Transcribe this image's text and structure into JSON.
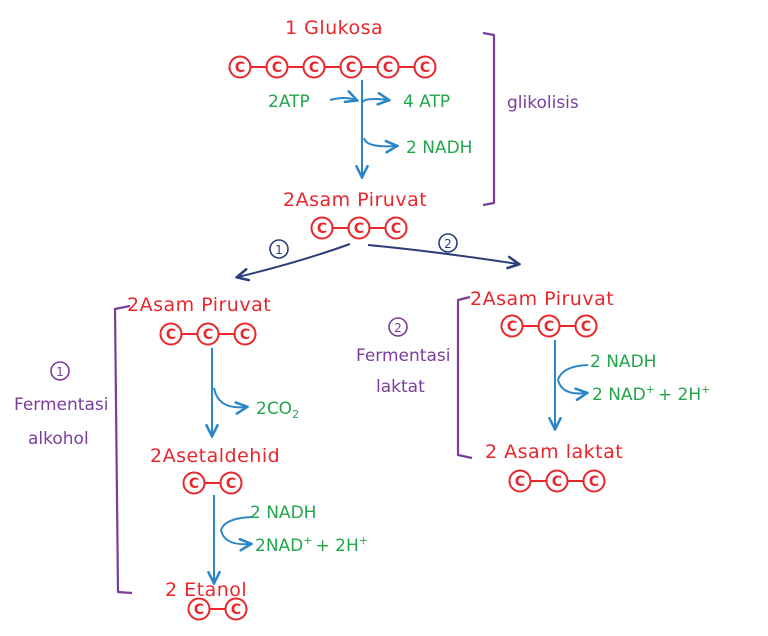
{
  "colors": {
    "red": "#e8262b",
    "green": "#1fa64a",
    "blue": "#2b86c6",
    "navy": "#2c3e7a",
    "purple": "#7a3d9b"
  },
  "carbon_symbol": "C",
  "top": {
    "glucose": "1 Glukosa",
    "atp_in": "2ATP",
    "atp_out": "4 ATP",
    "nadh": "2 NADH",
    "pyruvate": "2Asam Piruvat",
    "glycolysis": "glikolisis"
  },
  "branch_marks": {
    "one": "1",
    "two": "2"
  },
  "alcohol": {
    "pyruvate": "2Asam Piruvat",
    "co2": "2CO",
    "co2_sub": "2",
    "acetaldehyde": "2Asetaldehid",
    "nadh": "2 NADH",
    "nad": "2NAD",
    "nad_plus": "+",
    "h": "+ 2H",
    "h_plus": "+",
    "ethanol": "2 Etanol",
    "label_num": "1",
    "label_line1": "Fermentasi",
    "label_line2": "alkohol"
  },
  "lactic": {
    "pyruvate": "2Asam Piruvat",
    "nadh": "2 NADH",
    "nad": "2 NAD",
    "nad_plus": "+",
    "h": "+ 2H",
    "h_plus": "+",
    "lactate": "2 Asam laktat",
    "label_num": "2",
    "label_line1": "Fermentasi",
    "label_line2": "laktat"
  }
}
